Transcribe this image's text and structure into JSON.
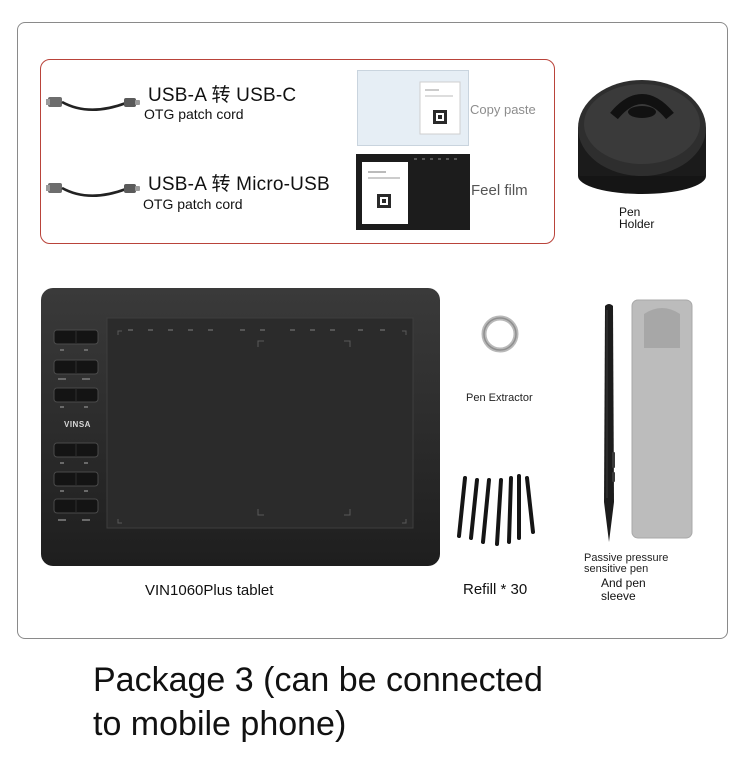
{
  "cable_usbc": {
    "title": "USB-A 转 USB-C",
    "subtitle": "OTG patch cord"
  },
  "cable_microusb": {
    "title": "USB-A 转 Micro-USB",
    "subtitle": "OTG patch cord"
  },
  "copy_paste": {
    "label": "Copy paste"
  },
  "feel_film": {
    "label": "Feel film"
  },
  "pen_holder": {
    "line1": "Pen",
    "line2": "Holder"
  },
  "tablet": {
    "brand": "VINSA",
    "label": "VIN1060Plus tablet"
  },
  "pen_extractor": {
    "label": "Pen Extractor"
  },
  "refill": {
    "label": "Refill * 30"
  },
  "pen": {
    "line1": "Passive pressure",
    "line2": "sensitive pen",
    "line3": "And pen",
    "line4": "sleeve"
  },
  "caption": {
    "line1": "Package 3 (can be connected",
    "line2": "to mobile phone)"
  }
}
